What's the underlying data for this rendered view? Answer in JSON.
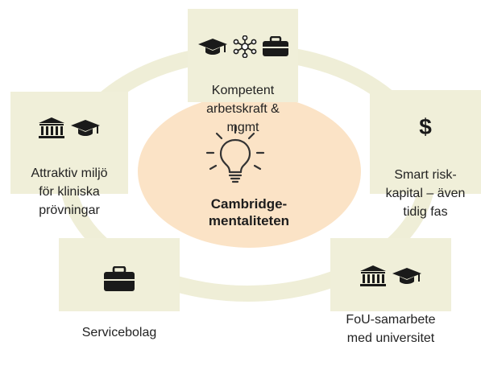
{
  "center": {
    "label": "Cambridge-\nmentaliteten",
    "icon": "lightbulb-icon"
  },
  "factors": [
    {
      "id": "talent",
      "label": "Kompetent\narbetskraft &\nmgmt",
      "icons": [
        "graduation-cap-icon",
        "network-icon",
        "briefcase-icon"
      ]
    },
    {
      "id": "capital",
      "label": "Smart risk-\nkapital – även\ntidig fas",
      "icons": [
        "dollar-icon"
      ]
    },
    {
      "id": "research",
      "label": "FoU-samarbete\nmed universitet",
      "icons": [
        "institution-icon",
        "graduation-cap-icon"
      ]
    },
    {
      "id": "services",
      "label": "Servicebolag",
      "icons": [
        "briefcase-icon"
      ]
    },
    {
      "id": "trials",
      "label": "Attraktiv miljö\nför kliniska\nprövningar",
      "icons": [
        "institution-icon",
        "graduation-cap-icon"
      ]
    }
  ],
  "colors": {
    "ring": "#efeed7",
    "box": "#f0efd9",
    "center": "#fbe3c6",
    "icon": "#1a1a1a"
  }
}
